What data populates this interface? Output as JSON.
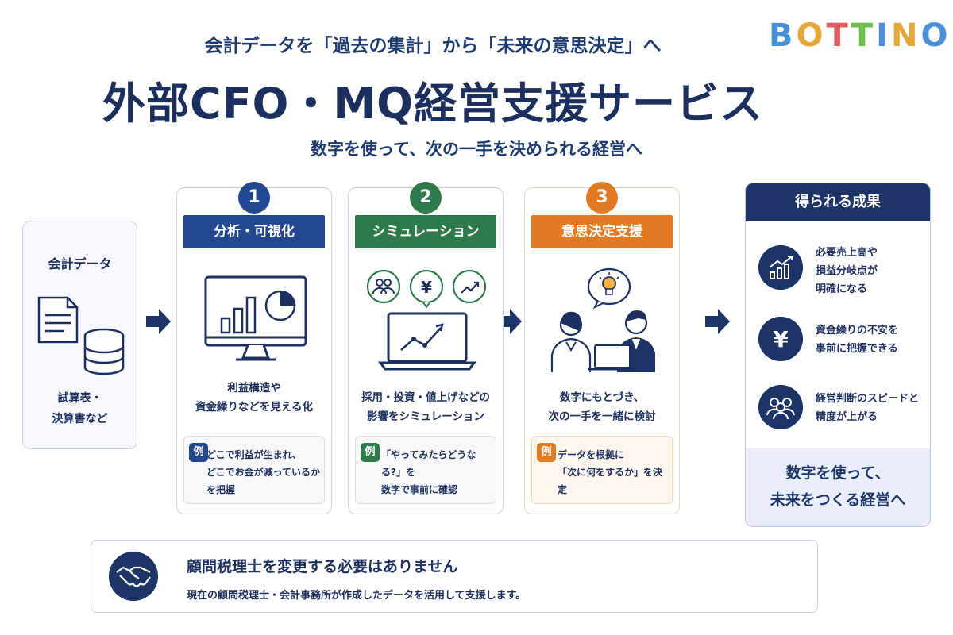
{
  "header": {
    "logo_letters": [
      {
        "ch": "B",
        "color": "#4a90d9"
      },
      {
        "ch": "O",
        "color": "#e5a63a"
      },
      {
        "ch": "T",
        "color": "#e05d5d"
      },
      {
        "ch": "T",
        "color": "#6abf4b"
      },
      {
        "ch": "I",
        "color": "#4a90d9"
      },
      {
        "ch": "N",
        "color": "#e5a63a"
      },
      {
        "ch": "O",
        "color": "#4a90d9"
      }
    ],
    "subtitle": "会計データを「過去の集計」から「未来の意思決定」へ",
    "title": "外部CFO・MQ経営支援サービス",
    "tagline": "数字を使って、次の一手を決められる経営へ"
  },
  "source": {
    "title": "会計データ",
    "desc": "試算表・\n決算書など",
    "icons": [
      "document-icon",
      "database-icon"
    ]
  },
  "steps": [
    {
      "number": "1",
      "heading": "分析・可視化",
      "color": "#23488f",
      "icon": "monitor-chart-icon",
      "desc": "利益構造や\n資金繰りなどを見える化",
      "example_badge": "例",
      "example": "どこで利益が生まれ、\nどこでお金が減っているか\nを把握"
    },
    {
      "number": "2",
      "heading": "シミュレーション",
      "color": "#2f7a4a",
      "icon": "laptop-simulation-icon",
      "desc": "採用・投資・値上げなどの\n影響をシミュレーション",
      "example_badge": "例",
      "example": "「やってみたらどうなる?」を\n数字で事前に確認"
    },
    {
      "number": "3",
      "heading": "意思決定支援",
      "color": "#e27a24",
      "icon": "consultation-icon",
      "desc": "数字にもとづき、\n次の一手を一緒に検討",
      "example_badge": "例",
      "example": "データを根拠に\n「次に何をするか」を決定"
    }
  ],
  "results": {
    "heading": "得られる成果",
    "items": [
      {
        "icon": "growth-chart-icon",
        "text": "必要売上高や\n損益分岐点が\n明確になる"
      },
      {
        "icon": "yen-icon",
        "text": "資金繰りの不安を\n事前に把握できる"
      },
      {
        "icon": "team-icon",
        "text": "経営判断のスピードと\n精度が上がる"
      }
    ],
    "footer": "数字を使って、\n未来をつくる経営へ"
  },
  "bottom": {
    "icon": "handshake-icon",
    "title": "顧問税理士を変更する必要はありません",
    "desc": "現在の顧問税理士・会計事務所が作成したデータを活用して支援します。"
  }
}
